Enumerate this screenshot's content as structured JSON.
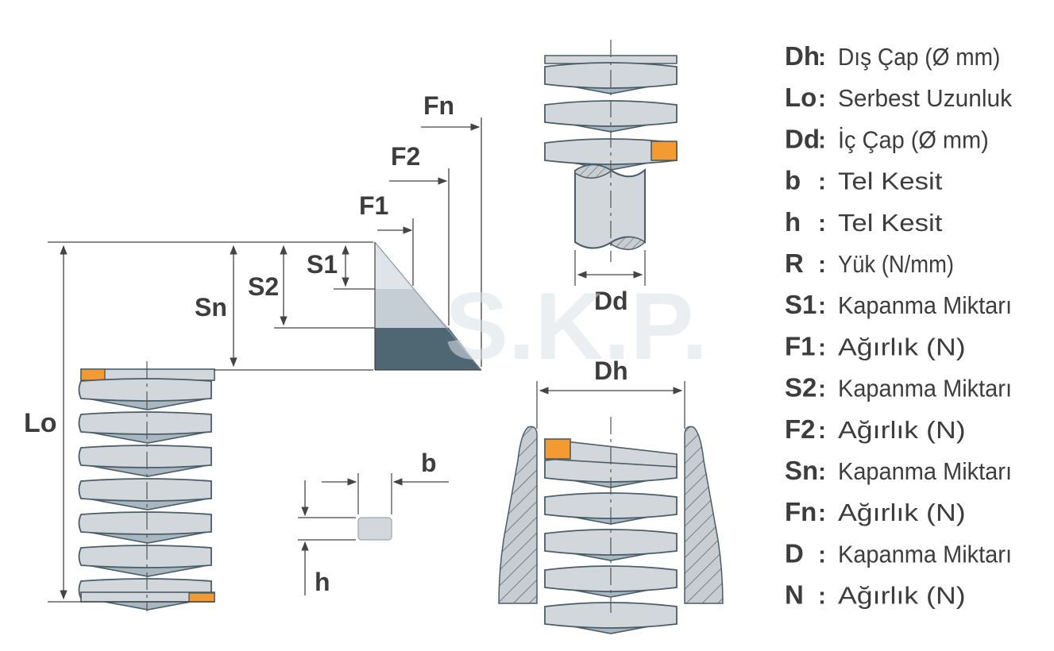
{
  "labels": {
    "Fn": "Fn",
    "F2": "F2",
    "F1": "F1",
    "S1": "S1",
    "S2": "S2",
    "Sn": "Sn",
    "Lo": "Lo",
    "b": "b",
    "h": "h",
    "Dd": "Dd",
    "Dh": "Dh"
  },
  "watermark": "S.K.P.",
  "legend": [
    {
      "key": "Dh",
      "desc": "Dış Çap (Ø mm)"
    },
    {
      "key": "Lo",
      "desc": "Serbest Uzunluk"
    },
    {
      "key": "Dd",
      "desc": "İç Çap (Ø mm)"
    },
    {
      "key": "b",
      "desc": "Tel Kesit"
    },
    {
      "key": "h",
      "desc": "Tel Kesit"
    },
    {
      "key": "R",
      "desc": "Yük (N/mm)"
    },
    {
      "key": "S1",
      "desc": "Kapanma Miktarı"
    },
    {
      "key": "F1",
      "desc": "Ağırlık (N)"
    },
    {
      "key": "S2",
      "desc": "Kapanma Miktarı"
    },
    {
      "key": "F2",
      "desc": "Ağırlık (N)"
    },
    {
      "key": "Sn",
      "desc": "Kapanma Miktarı"
    },
    {
      "key": "Fn",
      "desc": "Ağırlık (N)"
    },
    {
      "key": "D",
      "desc": "Kapanma Miktarı"
    },
    {
      "key": "N",
      "desc": "Ağırlık (N)"
    }
  ],
  "legend_colon": ":",
  "colors": {
    "coil": "#d2d7dc",
    "coil_dark": "#a9b7c1",
    "outline": "#4a5d68",
    "accent_orange": "#f39a30",
    "triangle_dark": "#4f6673",
    "line": "#444444"
  }
}
